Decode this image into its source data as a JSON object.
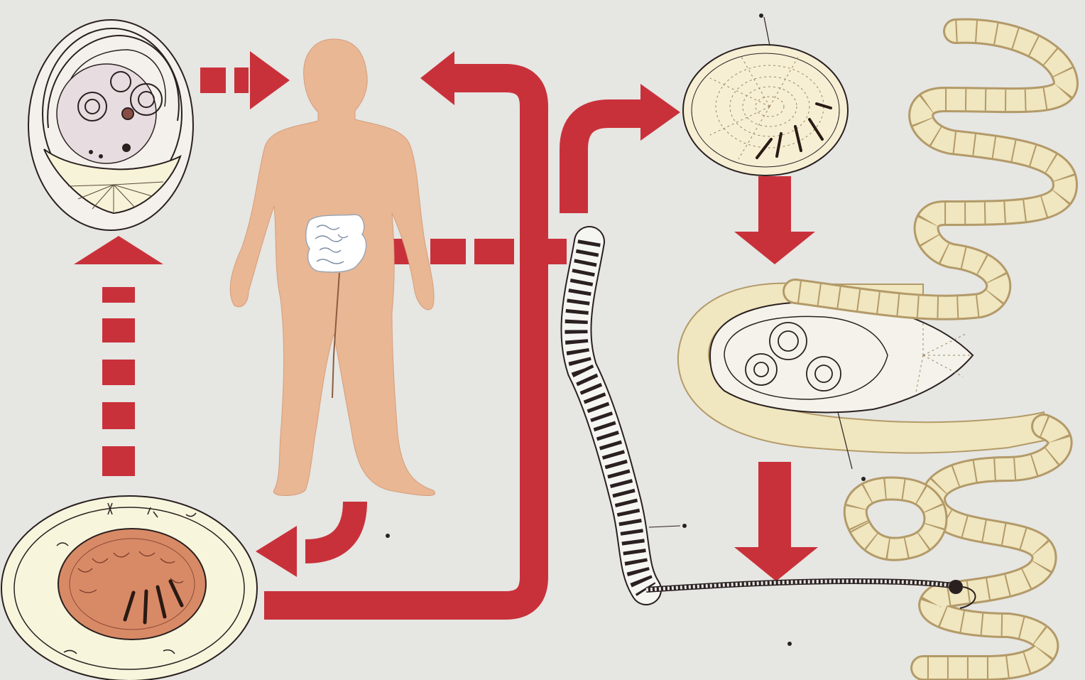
{
  "diagram": {
    "type": "life-cycle",
    "colors": {
      "background": "#e6e6e3",
      "arrow": "#c9313a",
      "body_skin": "#e9b793",
      "larva_fill": "#d88a66",
      "segment_fill": "#f0e6bf",
      "segment_stroke": "#b39a68",
      "ink": "#2a2020"
    },
    "nodes": [
      {
        "id": "egg-top-left",
        "icon": "embryophore-icon"
      },
      {
        "id": "human-host",
        "icon": "human-figure-icon"
      },
      {
        "id": "intestine",
        "icon": "intestine-icon"
      },
      {
        "id": "oncosphere-top-right",
        "icon": "oncosphere-icon"
      },
      {
        "id": "cysticercus-middle-right",
        "icon": "cysticercus-icon"
      },
      {
        "id": "egg-bottom-left",
        "icon": "egg-larva-icon"
      },
      {
        "id": "tapeworm-gravid",
        "icon": "gravid-tapeworm-icon"
      },
      {
        "id": "tapeworm-long",
        "icon": "tapeworm-strobila-icon"
      }
    ],
    "edges": [
      {
        "from": "egg-top-left",
        "to": "human-host",
        "style": "dashed"
      },
      {
        "from": "human-host",
        "to": "egg-bottom-left",
        "style": "solid"
      },
      {
        "from": "egg-bottom-left",
        "to": "egg-top-left",
        "style": "dashed"
      },
      {
        "from": "egg-bottom-left",
        "to": "human-host",
        "style": "solid"
      },
      {
        "from": "tapeworm-gravid",
        "to": "intestine",
        "style": "dashed"
      },
      {
        "from": "tapeworm-gravid",
        "to": "oncosphere-top-right",
        "style": "solid"
      },
      {
        "from": "oncosphere-top-right",
        "to": "cysticercus-middle-right",
        "style": "solid"
      },
      {
        "from": "cysticercus-middle-right",
        "to": "tapeworm-long",
        "style": "solid"
      }
    ]
  }
}
